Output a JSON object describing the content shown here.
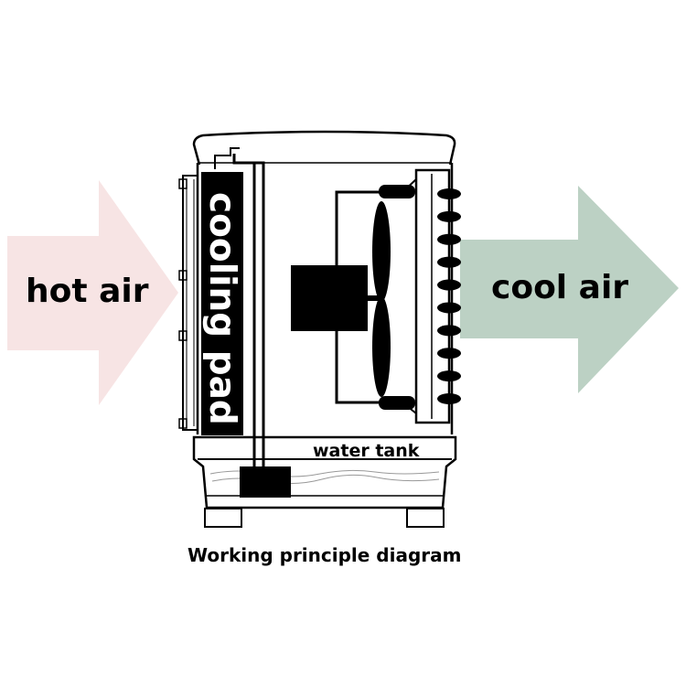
{
  "labels": {
    "hot_air": "hot air",
    "cool_air": "cool air",
    "cooling_pad": "cooling pad",
    "water_tank": "water tank",
    "caption": "Working principle diagram"
  },
  "colors": {
    "hot_arrow": "#f7e4e4",
    "cool_arrow": "#bcd1c4",
    "ink": "#000000"
  }
}
